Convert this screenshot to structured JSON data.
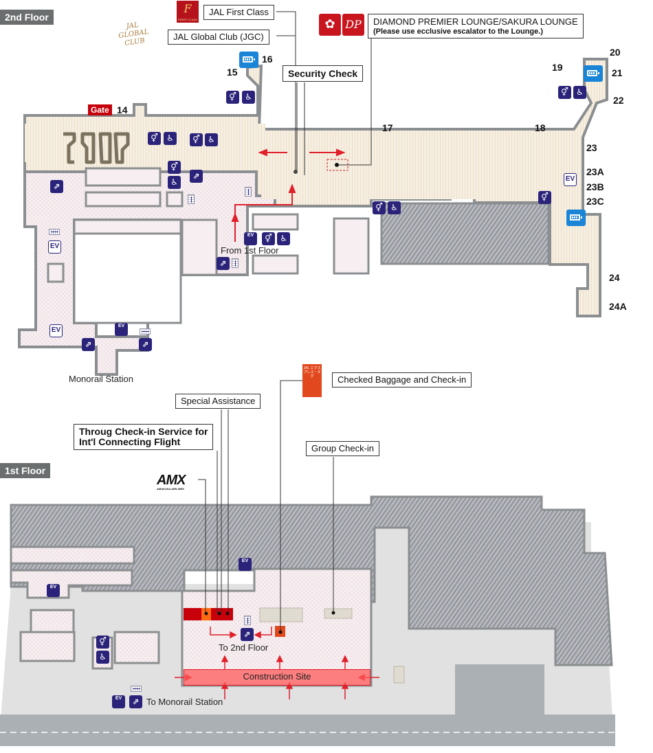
{
  "floors": {
    "second": {
      "label": "2nd Floor",
      "gate_badge": "Gate",
      "gates": [
        "14",
        "15",
        "16",
        "17",
        "18",
        "19",
        "20",
        "21",
        "22",
        "23",
        "23A",
        "23B",
        "23C",
        "24",
        "24A"
      ],
      "callouts": {
        "first_class": "JAL First Class",
        "jgc": "JAL Global Club (JGC)",
        "security": "Security Check",
        "lounge_title": "DIAMOND PREMIER LOUNGE/SAKURA LOUNGE",
        "lounge_note": "(Please use ecclusive escalator to the Lounge.)"
      },
      "labels": {
        "from_first": "From 1st Floor",
        "monorail": "Monorail Station"
      },
      "logos": {
        "first_class_text": "FIRST CLASS",
        "first_class_mark": "F",
        "jgc_text": "JAL GLOBAL CLUB",
        "sakura_text": "Sakura Lounge",
        "dp_text": "DP"
      }
    },
    "first": {
      "label": "1st Floor",
      "callouts": {
        "baggage": "Checked Baggage and Check-in",
        "special": "Special Assistance",
        "through_line1": "Throug Check-in Service for",
        "through_line2": "Int'l Connecting Flight",
        "group": "Group Check-in"
      },
      "labels": {
        "to_second": "To 2nd Floor",
        "construction": "Construction Site",
        "to_monorail": "To Monorail Station"
      },
      "logos": {
        "amx": "AMX",
        "amx_sub": "AMAKUSA AIRLINES",
        "baggage_text": "JAL エクスプレス・タグ"
      }
    }
  },
  "icons": {
    "ev": "EV",
    "restroom": "🚻",
    "wheelchair": "♿",
    "escalator": "⇗"
  },
  "colors": {
    "floor_tag": "#6b6e6e",
    "gate_red": "#c4000b",
    "facility_blue": "#2a2379",
    "charging_blue": "#1a84d6",
    "route_red": "#e0202a",
    "construction": "#ff6b6b"
  }
}
